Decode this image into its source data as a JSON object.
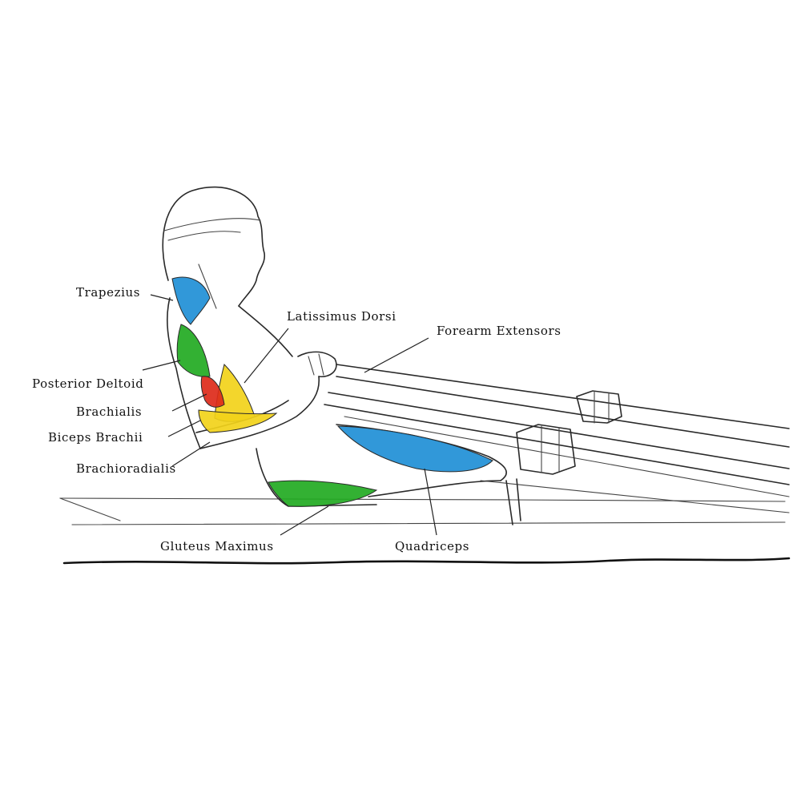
{
  "colors": {
    "trapezius": "#1f8fd6",
    "posterior_deltoid": "#22aa22",
    "latissimus_dorsi": "#f2d21a",
    "brachialis": "#dd2a1a",
    "biceps_brachii": "#f2d21a",
    "quadriceps": "#1f8fd6",
    "gluteus_maximus": "#22aa22",
    "outline": "#2a2a2a"
  },
  "labels": {
    "trapezius": "Trapezius",
    "latissimus_dorsi": "Latissimus Dorsi",
    "forearm_extensors": "Forearm Extensors",
    "posterior_deltoid": "Posterior Deltoid",
    "brachialis": "Brachialis",
    "biceps_brachii": "Biceps Brachii",
    "brachioradialis": "Brachioradialis",
    "gluteus_maximus": "Gluteus Maximus",
    "quadriceps": "Quadriceps"
  }
}
